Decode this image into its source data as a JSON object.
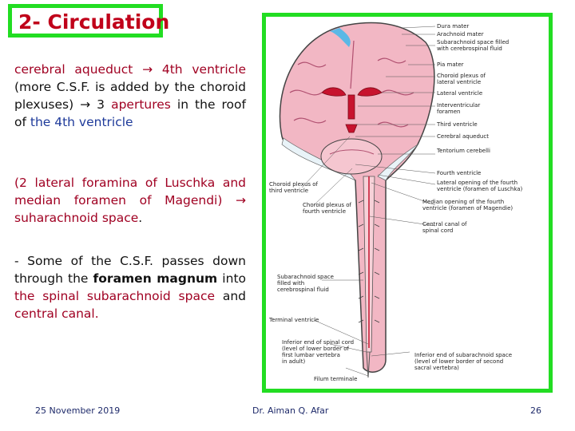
{
  "slide": {
    "title": "2- Circulation",
    "para1": [
      {
        "t": "cerebral aqueduct → ",
        "c": "red"
      },
      {
        "t": "4th ventricle",
        "c": "red"
      },
      {
        "t": " (more C.S.F.  is added by the choroid plexuses)  → 3 ",
        "c": ""
      },
      {
        "t": "apertures",
        "c": "red"
      },
      {
        "t": " in the roof of ",
        "c": ""
      },
      {
        "t": "the 4th ventricle",
        "c": "blue"
      }
    ],
    "para2": [
      {
        "t": "(2 lateral foramina of Luschka and median foramen of  Magendi) → ",
        "c": "red"
      },
      {
        "t": "suharachnoid space",
        "c": "red"
      },
      {
        "t": ".",
        "c": ""
      }
    ],
    "para3": [
      {
        "t": "- Some of the C.S.F. passes down through the ",
        "c": ""
      },
      {
        "t": "foramen magnum",
        "c": "bold"
      },
      {
        "t": " into ",
        "c": ""
      },
      {
        "t": "the spinal subarachnoid space",
        "c": "red"
      },
      {
        "t": " and ",
        "c": ""
      },
      {
        "t": "central canal.",
        "c": "red"
      }
    ],
    "figure_labels": {
      "dura": "Dura mater",
      "arachnoid": "Arachnoid mater",
      "subarach1": "Subarachnoid space filled",
      "subarach2": "with cerebrospinal fluid",
      "pia": "Pia mater",
      "choroid_lat1": "Choroid plexus of",
      "choroid_lat2": "lateral ventricle",
      "lateral_v": "Lateral ventricle",
      "interv1": "Interventricular",
      "interv2": "foramen",
      "third_v": "Third ventricle",
      "aqueduct": "Cerebral aqueduct",
      "tentorium": "Tentorium cerebelli",
      "choroid_third1": "Choroid plexus of",
      "choroid_third2": "third ventricle",
      "fourth_v": "Fourth ventricle",
      "lateral_open1": "Lateral opening of the fourth",
      "lateral_open2": "ventricle (foramen of Luschka)",
      "choroid_fourth1": "Choroid plexus of",
      "choroid_fourth2": "fourth ventricle",
      "median_open1": "Median opening of the fourth",
      "median_open2": "ventricle (foramen of Magendie)",
      "central1": "Central canal of",
      "central2": "spinal cord",
      "subsp1": "Subarachnoid space",
      "subsp2": "filled with",
      "subsp3": "cerebrospinal fluid",
      "terminal": "Terminal ventricle",
      "inf_cord1": "Inferior end of spinal cord",
      "inf_cord2": "(level of lower border of",
      "inf_cord3": "first lumbar vertebra",
      "inf_cord4": "in adult)",
      "inf_sub1": "Inferior end of subarachnoid space",
      "inf_sub2": "(level of lower border of second",
      "inf_sub3": "sacral vertebra)",
      "filum": "Filum terminale"
    },
    "footer": {
      "date": "25  November 2019",
      "author": "Dr. Aiman Q. Afar",
      "page": "26"
    }
  }
}
